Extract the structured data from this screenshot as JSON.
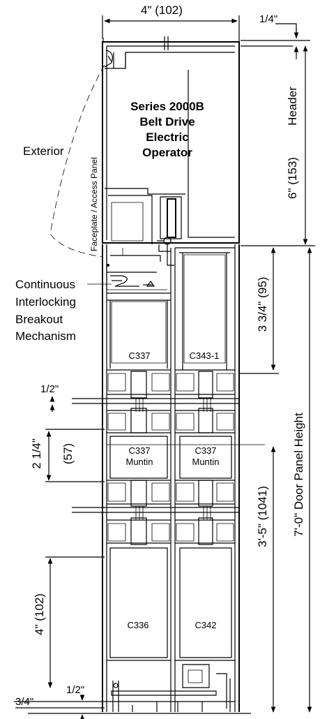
{
  "dimensions": {
    "width_top": "4\" (102)",
    "quarter": "1/4\"",
    "header_dim": "6\" (153)",
    "header_label": "Header",
    "panel_dim": "3 3/4\" (95)",
    "door_height": "7'-0\" Door Panel  Height",
    "half_top": "1/2\"",
    "muntin_dim_a": "2 1/4\"",
    "muntin_dim_b": "(57)",
    "lower_dim": "3'-5\" (1041)",
    "bottom_dim": "4\" (102)",
    "half_bottom": "1/2\"",
    "three_quarter": "3/4\""
  },
  "operator": {
    "line1": "Series 2000B",
    "line2": "Belt Drive",
    "line3": "Electric",
    "line4": "Operator"
  },
  "labels": {
    "exterior": "Exterior",
    "faceplate": "Faceplate / Access Panel",
    "breakout1": "Continuous",
    "breakout2": "Interlocking",
    "breakout3": "Breakout",
    "breakout4": "Mechanism"
  },
  "parts": {
    "c337_top": "C337",
    "c343": "C343-1",
    "muntin_left_code": "C337",
    "muntin_left_name": "Muntin",
    "muntin_right_code": "C337",
    "muntin_right_name": "Muntin",
    "c336": "C336",
    "c342": "C342"
  }
}
